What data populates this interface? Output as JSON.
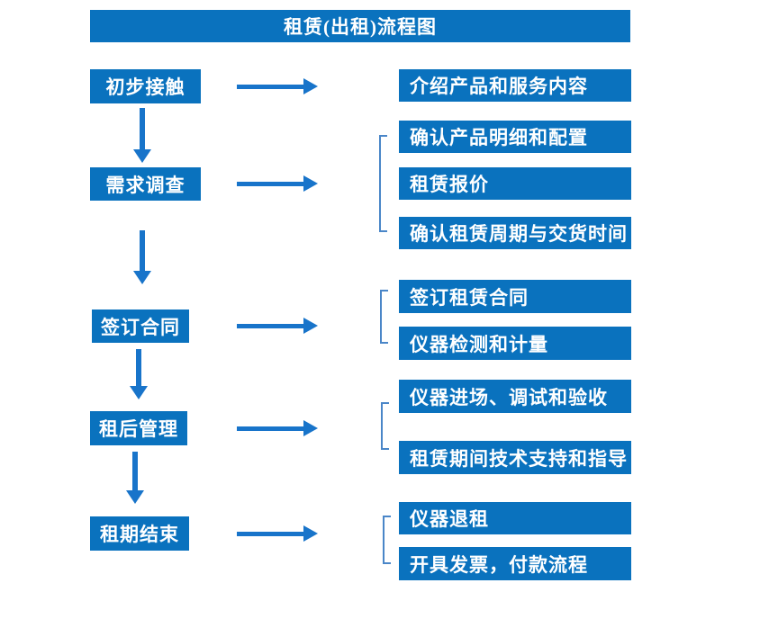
{
  "title": "租赁(出租)流程图",
  "colors": {
    "box_blue": "#0a72be",
    "arrow_blue": "#1874ca",
    "bracket_blue": "#4a86c8",
    "text": "#ffffff",
    "background": "#ffffff"
  },
  "flow": {
    "steps": [
      {
        "label": "初步接触"
      },
      {
        "label": "需求调查"
      },
      {
        "label": "签订合同"
      },
      {
        "label": "租后管理"
      },
      {
        "label": "租期结束"
      }
    ],
    "details": [
      {
        "label": "介绍产品和服务内容"
      },
      {
        "label": "确认产品明细和配置"
      },
      {
        "label": "租赁报价"
      },
      {
        "label": "确认租赁周期与交货时间"
      },
      {
        "label": "签订租赁合同"
      },
      {
        "label": "仪器检测和计量"
      },
      {
        "label": "仪器进场、调试和验收"
      },
      {
        "label": "租赁期间技术支持和指导"
      },
      {
        "label": "仪器退租"
      },
      {
        "label": "开具发票，付款流程"
      }
    ]
  }
}
